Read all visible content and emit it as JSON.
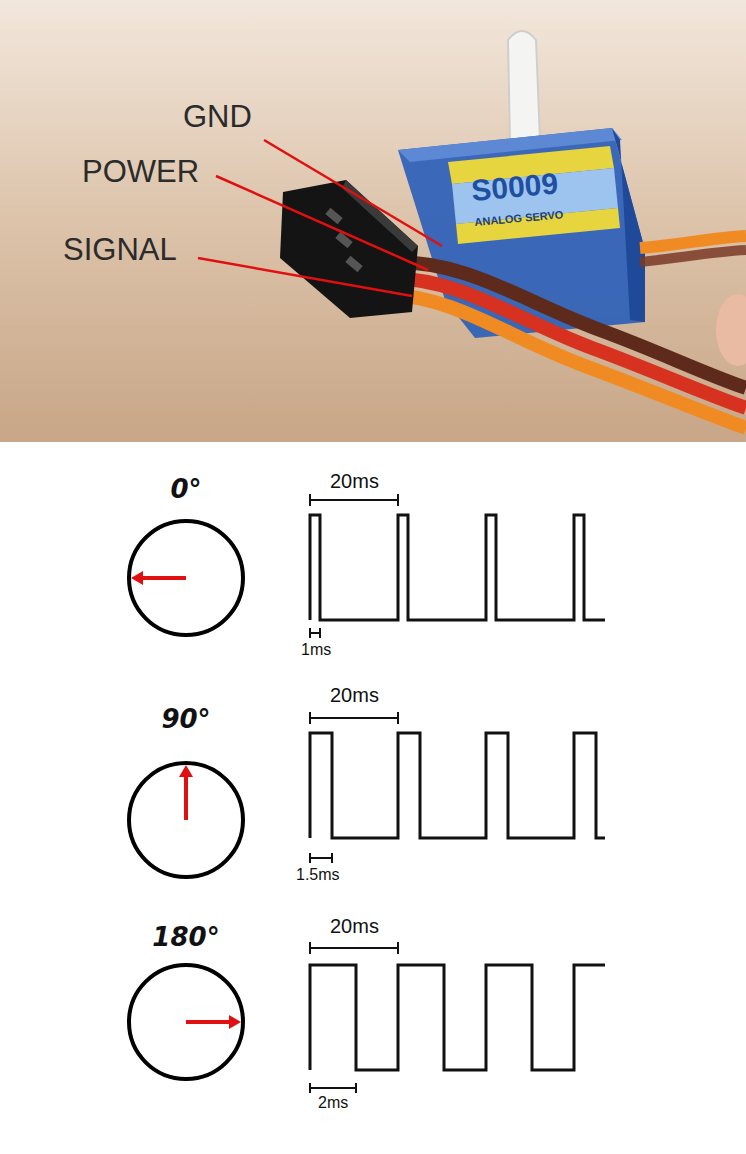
{
  "diagram": {
    "nodes": [
      {
        "text": [
          "0°"
        ]
      },
      {
        "text": [
          "90°"
        ]
      },
      {
        "text": [
          "180°"
        ]
      }
    ],
    "labels": [
      "GND",
      "POWER",
      "SIGNAL",
      "S0009",
      "ANALOG SERVO",
      "20ms",
      "1ms",
      "20ms",
      "1.5ms",
      "20ms",
      "2ms"
    ]
  }
}
